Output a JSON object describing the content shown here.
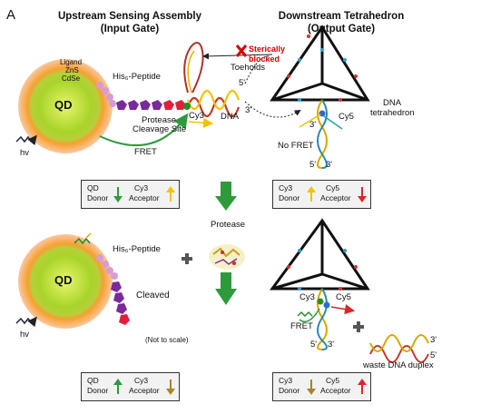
{
  "panel_label": "A",
  "headers": {
    "left_line1": "Upstream Sensing Assembly",
    "left_line2": "(Input Gate)",
    "right_line1": "Downstream Tetrahedron",
    "right_line2": "(Output Gate)"
  },
  "top_left": {
    "ligand": "Ligand",
    "zns": "ZnS",
    "cdse": "CdSe",
    "qd": "QD",
    "his_peptide": "His₆-Peptide",
    "protease_cleavage_1": "Protease",
    "protease_cleavage_2": "Cleavage Site",
    "cy3": "Cy3",
    "dna": "DNA",
    "five_prime": "5'",
    "three_prime": "3'",
    "fret": "FRET",
    "hv": "hv"
  },
  "top_right": {
    "sterically_1": "Sterically",
    "sterically_2": "blocked",
    "toeholds": "Toeholds",
    "three_prime": "3'",
    "cy5": "Cy5",
    "dna_tetra_1": "DNA",
    "dna_tetra_2": "tetrahedron",
    "no_fret": "No FRET",
    "five_prime": "5'",
    "three_prime_b": "3'"
  },
  "boxes": {
    "top_left": {
      "donor1": "QD",
      "donor2": "Donor",
      "acc1": "Cy3",
      "acc2": "Acceptor",
      "donor_arrow": "down",
      "acc_arrow": "up"
    },
    "top_right": {
      "donor1": "Cy3",
      "donor2": "Donor",
      "acc1": "Cy5",
      "acc2": "Acceptor",
      "donor_arrow": "up",
      "acc_arrow": "down"
    },
    "bottom_left": {
      "donor1": "QD",
      "donor2": "Donor",
      "acc1": "Cy3",
      "acc2": "Acceptor",
      "donor_arrow": "up",
      "acc_arrow": "down"
    },
    "bottom_right": {
      "donor1": "Cy3",
      "donor2": "Donor",
      "acc1": "Cy5",
      "acc2": "Acceptor",
      "donor_arrow": "down",
      "acc_arrow": "up"
    }
  },
  "middle": {
    "protease": "Protease"
  },
  "bottom_left": {
    "qd": "QD",
    "his_peptide": "His₆-Peptide",
    "cleaved": "Cleaved",
    "hv": "hv",
    "not_to_scale": "(Not to scale)"
  },
  "bottom_right": {
    "cy3": "Cy3",
    "cy5": "Cy5",
    "fret": "FRET",
    "five_prime": "5'",
    "three_prime": "3'",
    "waste_three": "3'",
    "waste_five": "5'",
    "waste": "waste DNA duplex"
  },
  "colors": {
    "qd_core": "#a8d42a",
    "qd_shell": "#f28a2a",
    "arrow_green": "#2e9a3c",
    "arrow_yellow": "#f2c200",
    "arrow_red": "#d8282a",
    "arrow_olive": "#a8852a",
    "peptide_pink": "#d79bd8",
    "peptide_purple": "#7a2a9a",
    "cleave_red": "#e0203a"
  }
}
